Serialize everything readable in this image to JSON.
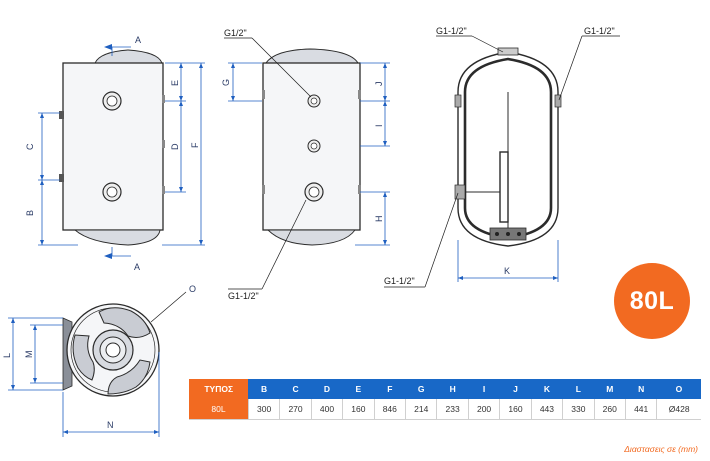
{
  "labels": {
    "A": "A",
    "B": "B",
    "C": "C",
    "D": "D",
    "E": "E",
    "F": "F",
    "G": "G",
    "H": "H",
    "I": "I",
    "J": "J",
    "K": "K",
    "L": "L",
    "M": "M",
    "N": "N",
    "O": "O"
  },
  "callouts": {
    "g_half_side": "G1/2\"",
    "g_inch_half_side": "G1-1/2\"",
    "g_inch_half_top": "G1-1/2\"",
    "g_inch_half_right": "G1-1/2\"",
    "g_inch_half_bottom": "G1-1/2\""
  },
  "badge": {
    "text": "80L",
    "color": "#f26a21"
  },
  "table": {
    "type_header": "ΤΥΠΟΣ",
    "columns": [
      "B",
      "C",
      "D",
      "E",
      "F",
      "G",
      "H",
      "I",
      "J",
      "K",
      "L",
      "M",
      "N",
      "O"
    ],
    "rows": [
      {
        "type": "80L",
        "values": [
          "300",
          "270",
          "400",
          "160",
          "846",
          "214",
          "233",
          "200",
          "160",
          "443",
          "330",
          "260",
          "441",
          "Ø428"
        ]
      }
    ]
  },
  "footnote": "Διαστασεις σε (mm)",
  "colors": {
    "header_blue": "#1868c7",
    "accent_orange": "#f26a21",
    "dim_blue": "#1f5fc0"
  }
}
